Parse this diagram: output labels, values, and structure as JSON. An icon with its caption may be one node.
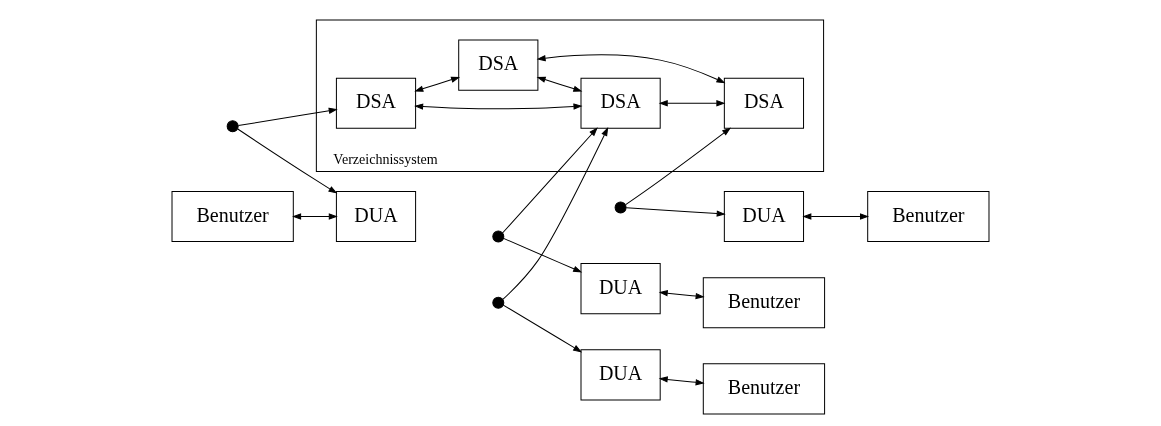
{
  "diagram": {
    "nodes": [
      {
        "text": [
          "Verzeichnissystem"
        ]
      },
      {
        "text": [
          "Benutzer"
        ]
      },
      {
        "text": [
          "DUA"
        ]
      },
      {
        "text": [
          "DSA"
        ],
        "in": 0
      },
      {
        "text": [
          "DSA"
        ],
        "in": 0
      },
      {
        "text": [
          "DSA"
        ],
        "in": 0
      },
      {
        "text": [
          "DSA"
        ],
        "in": 0
      },
      {
        "text": [
          "DUA"
        ]
      },
      {
        "text": [
          "Benutzer"
        ]
      },
      {
        "text": [
          "DUA"
        ]
      },
      {
        "text": [
          "Benutzer"
        ]
      },
      {
        "text": [
          "DUA"
        ]
      },
      {
        "text": [
          "Benutzer"
        ]
      },
      {
        "text": [],
        "shape": "circle"
      },
      {
        "text": [],
        "shape": "circle"
      },
      {
        "text": [],
        "shape": "circle"
      },
      {
        "text": [],
        "shape": "circle"
      }
    ],
    "edges": [
      {
        "from": 1,
        "to": 2,
        "arrow": "both"
      },
      {
        "from": 13,
        "to": 2,
        "arrow": "to"
      },
      {
        "from": 13,
        "to": 3,
        "arrow": "to"
      },
      {
        "from": 3,
        "to": 4,
        "arrow": "both"
      },
      {
        "from": 3,
        "to": 5,
        "arrow": "both"
      },
      {
        "from": 4,
        "to": 5,
        "arrow": "both"
      },
      {
        "from": 4,
        "to": 6,
        "arrow": "both"
      },
      {
        "from": 5,
        "to": 6,
        "arrow": "both"
      },
      {
        "from": 14,
        "to": 5,
        "arrow": "to"
      },
      {
        "from": 14,
        "to": 7,
        "arrow": "to"
      },
      {
        "from": 15,
        "to": 5,
        "arrow": "to"
      },
      {
        "from": 15,
        "to": 9,
        "arrow": "to"
      },
      {
        "from": 16,
        "to": 6,
        "arrow": "to"
      },
      {
        "from": 16,
        "to": 11,
        "arrow": "to"
      },
      {
        "from": 7,
        "to": 8,
        "arrow": "both"
      },
      {
        "from": 9,
        "to": 10,
        "arrow": "both"
      },
      {
        "from": 11,
        "to": 12,
        "arrow": "both"
      }
    ]
  }
}
